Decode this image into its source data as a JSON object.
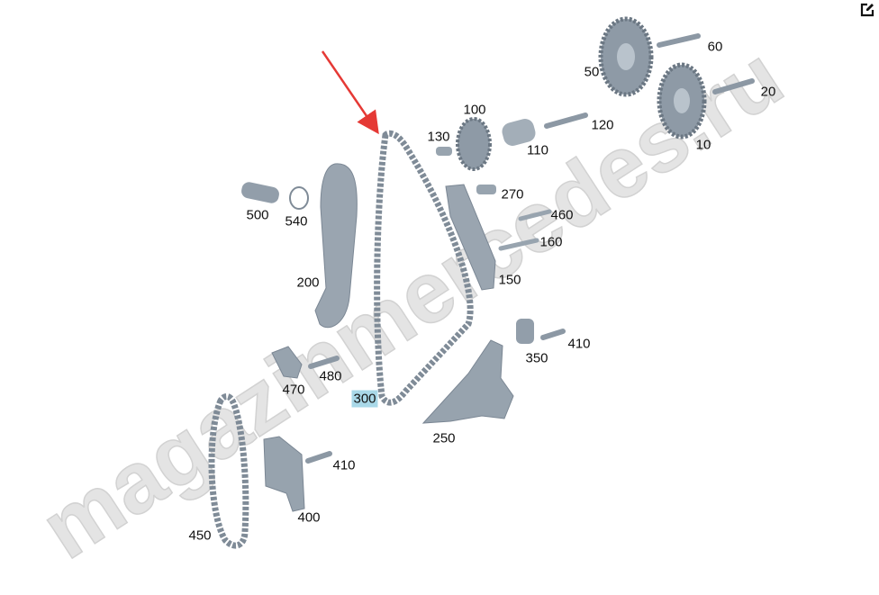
{
  "watermark": "magazinmercedes.ru",
  "edit_icon": "edit-icon",
  "arrow_color": "#e53935",
  "highlight_color": "#a9d8e8",
  "callouts": [
    {
      "id": "60",
      "label": "60"
    },
    {
      "id": "50",
      "label": "50"
    },
    {
      "id": "20",
      "label": "20"
    },
    {
      "id": "100",
      "label": "100"
    },
    {
      "id": "120",
      "label": "120"
    },
    {
      "id": "130",
      "label": "130"
    },
    {
      "id": "110",
      "label": "110"
    },
    {
      "id": "10",
      "label": "10"
    },
    {
      "id": "270",
      "label": "270"
    },
    {
      "id": "500",
      "label": "500"
    },
    {
      "id": "540",
      "label": "540"
    },
    {
      "id": "460",
      "label": "460"
    },
    {
      "id": "160",
      "label": "160"
    },
    {
      "id": "150",
      "label": "150"
    },
    {
      "id": "200",
      "label": "200"
    },
    {
      "id": "410a",
      "label": "410"
    },
    {
      "id": "350",
      "label": "350"
    },
    {
      "id": "480",
      "label": "480"
    },
    {
      "id": "470",
      "label": "470"
    },
    {
      "id": "300",
      "label": "300",
      "highlighted": true
    },
    {
      "id": "250",
      "label": "250"
    },
    {
      "id": "410b",
      "label": "410"
    },
    {
      "id": "400",
      "label": "400"
    },
    {
      "id": "450",
      "label": "450"
    }
  ]
}
